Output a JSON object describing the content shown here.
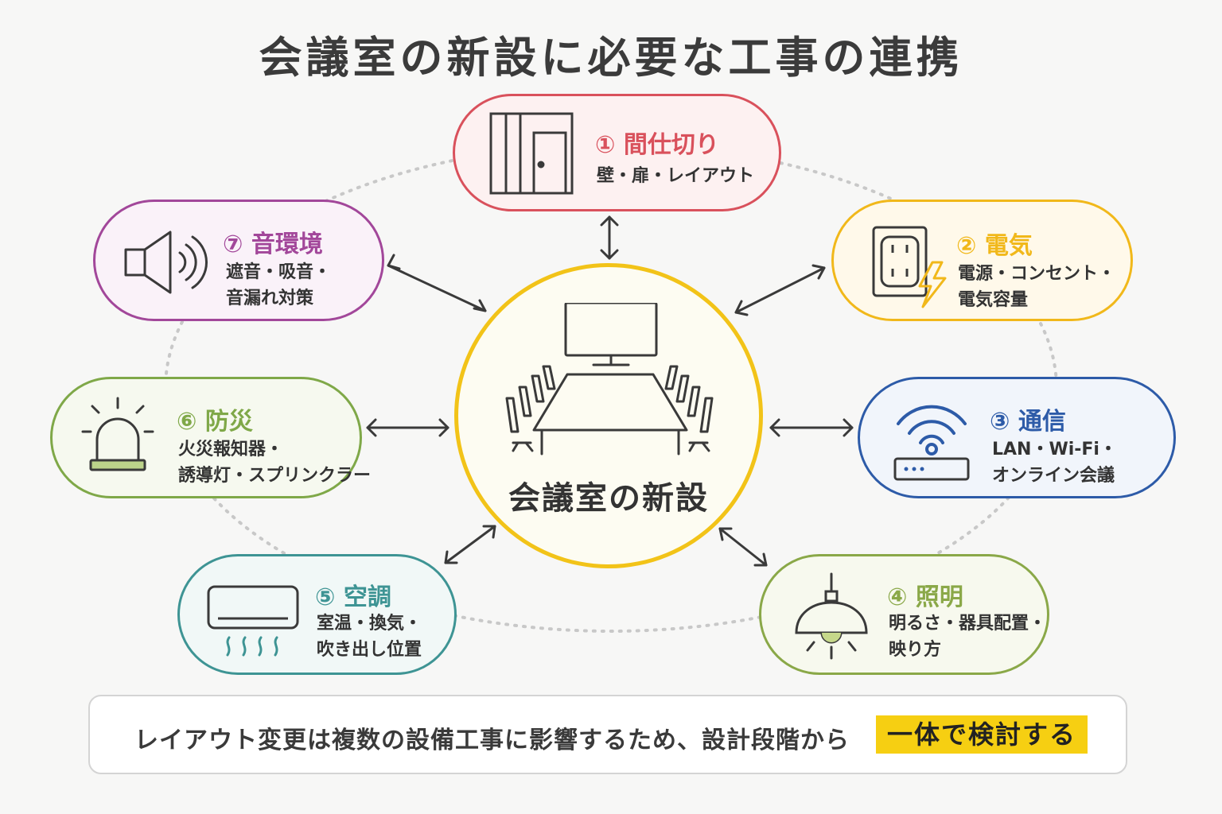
{
  "title": "会議室の新設に必要な工事の連携",
  "center": {
    "label": "会議室の新設"
  },
  "cards": [
    {
      "label": "① 間仕切り",
      "desc": [
        "壁・扉・レイアウト"
      ],
      "color": "#d9515c",
      "bg": "#fdf1f1",
      "icon": "partition-door-icon"
    },
    {
      "label": "② 電気",
      "desc": [
        "電源・コンセント・",
        "電気容量"
      ],
      "color": "#f1b81a",
      "bg": "#fff9ea",
      "icon": "outlet-lightning-icon"
    },
    {
      "label": "③ 通信",
      "desc": [
        "LAN・Wi-Fi・",
        "オンライン会議"
      ],
      "color": "#2d5ba8",
      "bg": "#f1f5fb",
      "icon": "wifi-router-icon"
    },
    {
      "label": "④ 照明",
      "desc": [
        "明るさ・器具配置・",
        "映り方"
      ],
      "color": "#8aa848",
      "bg": "#f7f9ee",
      "icon": "pendant-lamp-icon"
    },
    {
      "label": "⑤ 空調",
      "desc": [
        "室温・換気・",
        "吹き出し位置"
      ],
      "color": "#3e9494",
      "bg": "#f1f8f7",
      "icon": "air-conditioner-icon"
    },
    {
      "label": "⑥ 防災",
      "desc": [
        "火災報知器・",
        "誘導灯・スプリンクラー"
      ],
      "color": "#7fa848",
      "bg": "#f6f9ef",
      "icon": "alarm-light-icon"
    },
    {
      "label": "⑦ 音環境",
      "desc": [
        "遮音・吸音・",
        "音漏れ対策"
      ],
      "color": "#a2479a",
      "bg": "#faf2f9",
      "icon": "speaker-icon"
    }
  ],
  "footer": {
    "text": "レイアウト変更は複数の設備工事に影響するため、設計段階から",
    "highlight": "一体で検討する"
  }
}
